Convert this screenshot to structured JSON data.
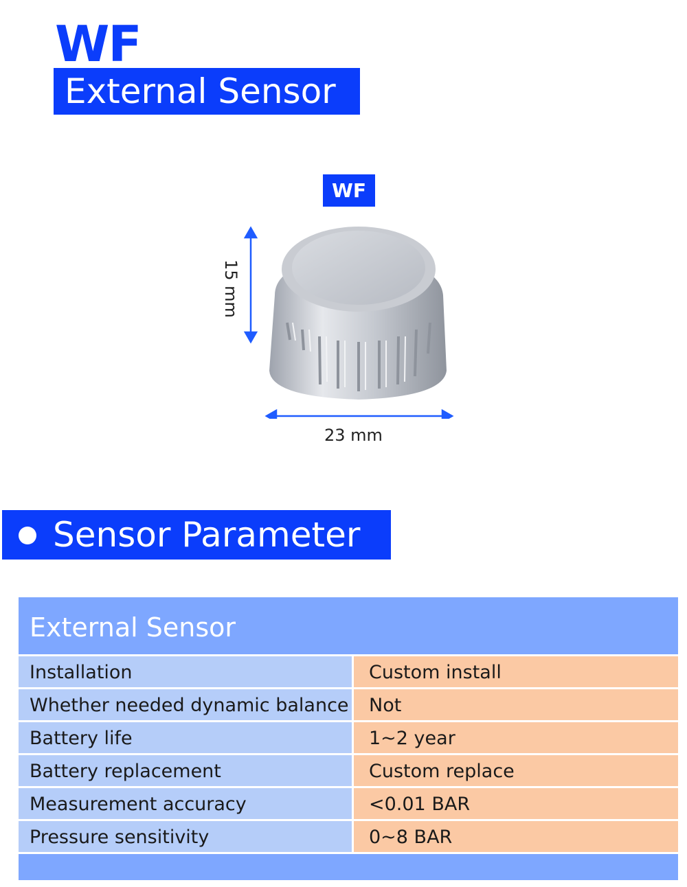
{
  "hero": {
    "title": "WF",
    "subtitle": "External Sensor"
  },
  "product": {
    "badge": "WF",
    "height_label": "15 mm",
    "width_label": "23 mm"
  },
  "section": {
    "title": "Sensor Parameter"
  },
  "table": {
    "header": "External Sensor",
    "rows": [
      {
        "label": "Installation",
        "value": "Custom install"
      },
      {
        "label": "Whether needed dynamic balance",
        "value": "Not"
      },
      {
        "label": "Battery life",
        "value": "1~2 year"
      },
      {
        "label": "Battery replacement",
        "value": "Custom replace"
      },
      {
        "label": "Measurement accuracy",
        "value": "<0.01 BAR"
      },
      {
        "label": "Pressure sensitivity",
        "value": "0~8 BAR"
      }
    ]
  },
  "colors": {
    "brand_blue": "#0b3dfb",
    "table_header": "#7ea7ff",
    "label_cell": "#b5cdf9",
    "value_cell": "#fbc9a4"
  }
}
